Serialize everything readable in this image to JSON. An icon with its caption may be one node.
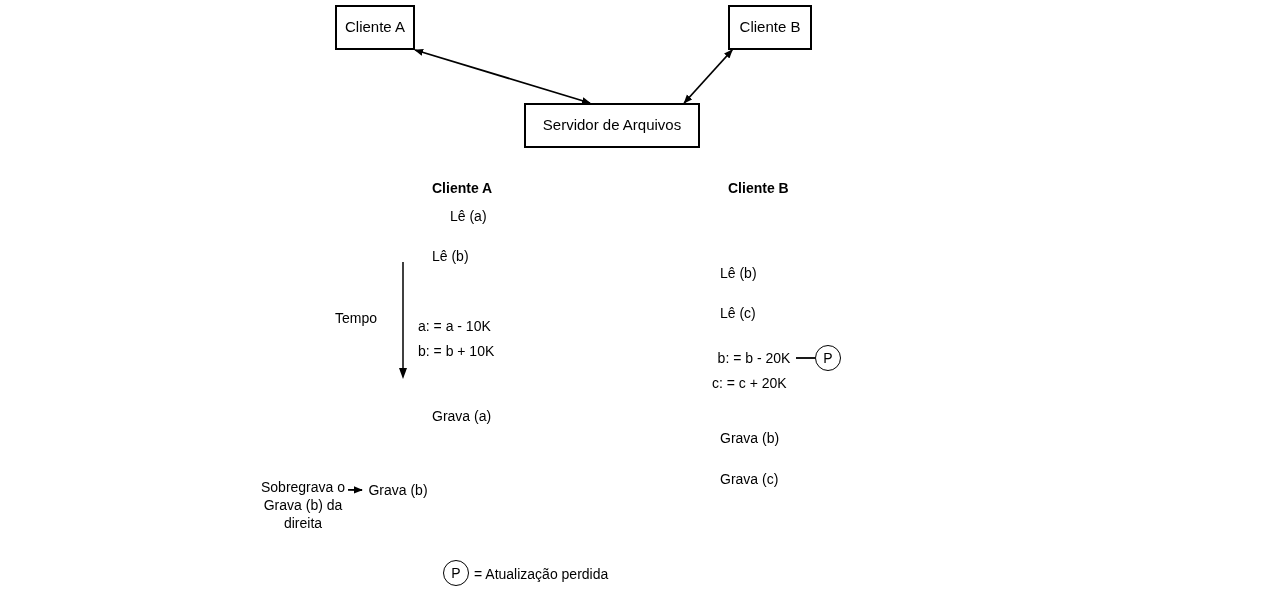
{
  "diagram": {
    "nodes": [
      {
        "text": [
          "Cliente A"
        ]
      },
      {
        "text": [
          "Cliente B"
        ]
      },
      {
        "text": [
          "Servidor de Arquivos"
        ]
      },
      {
        "text": [
          "Sobregrava o Grava (b) da direita"
        ]
      },
      {
        "text": [
          "Grava (b)"
        ]
      },
      {
        "text": [
          "b: = b - 20K"
        ]
      },
      {
        "text": [
          "P"
        ]
      },
      {
        "text": [
          "P"
        ],
        "beside": [
          "= Atualização perdida"
        ]
      }
    ],
    "edges": [
      {
        "from": 0,
        "to": 2,
        "arrow": "both"
      },
      {
        "from": 1,
        "to": 2,
        "arrow": "both"
      },
      {
        "from": 3,
        "to": 4,
        "arrow": "to"
      },
      {
        "from": 5,
        "to": 6,
        "arrow": "none"
      }
    ],
    "labels": [
      "Cliente A",
      "Cliente B",
      "Lê (a)",
      "Lê (b)",
      "Lê (b)",
      "Lê (c)",
      "Tempo",
      "a: = a - 10K",
      "b: = b + 10K",
      "c: = c + 20K",
      "Grava (a)",
      "Grava (b)",
      "Grava (c)"
    ]
  }
}
